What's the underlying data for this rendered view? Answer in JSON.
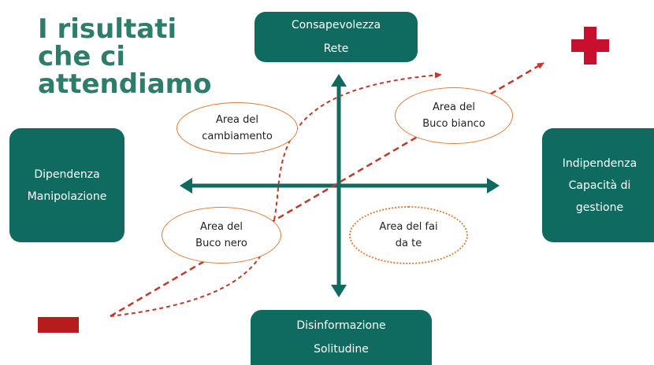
{
  "title": "I risultati che ci attendiamo",
  "boxes": {
    "top": {
      "line1": "Consapevolezza",
      "line2": "Rete"
    },
    "bottom": {
      "line1": "Disinformazione",
      "line2": "Solitudine"
    },
    "left": {
      "line1": "Dipendenza",
      "line2": "Manipolazione"
    },
    "right": {
      "line1": "Indipendenza",
      "line2": "Capacità di",
      "line3": "gestione"
    }
  },
  "ovals": {
    "cambiamento": {
      "line1": "Area del",
      "line2": "cambiamento"
    },
    "bucobianco": {
      "line1": "Area del",
      "line2": "Buco bianco"
    },
    "buconero": {
      "line1": "Area del",
      "line2": "Buco nero"
    },
    "faidate": {
      "line1": "Area del fai",
      "line2": "da te"
    }
  },
  "colors": {
    "box": "#0f6b60",
    "title": "#2e7d6b",
    "oval_border": "#e07b39",
    "arrow": "#c0392b",
    "plus": "#c8102e",
    "minus": "#b71c1c"
  },
  "icons": {
    "plus": "plus-icon",
    "minus": "minus-icon"
  }
}
